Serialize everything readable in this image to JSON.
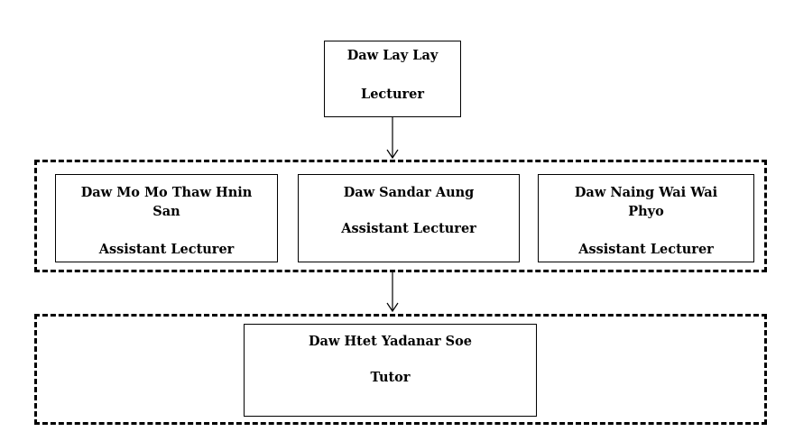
{
  "lecturer": {
    "name": "Daw Lay Lay",
    "role": "Lecturer"
  },
  "assistant_lecturers": [
    {
      "name_line1": "Daw Mo Mo Thaw Hnin",
      "name_line2": "San",
      "role": "Assistant Lecturer"
    },
    {
      "name_line1": "Daw Sandar Aung",
      "name_line2": "",
      "role": "Assistant Lecturer"
    },
    {
      "name_line1": "Daw Naing Wai Wai",
      "name_line2": "Phyo",
      "role": "Assistant Lecturer"
    }
  ],
  "tutor": {
    "name": "Daw Htet Yadanar Soe",
    "role": "Tutor"
  }
}
